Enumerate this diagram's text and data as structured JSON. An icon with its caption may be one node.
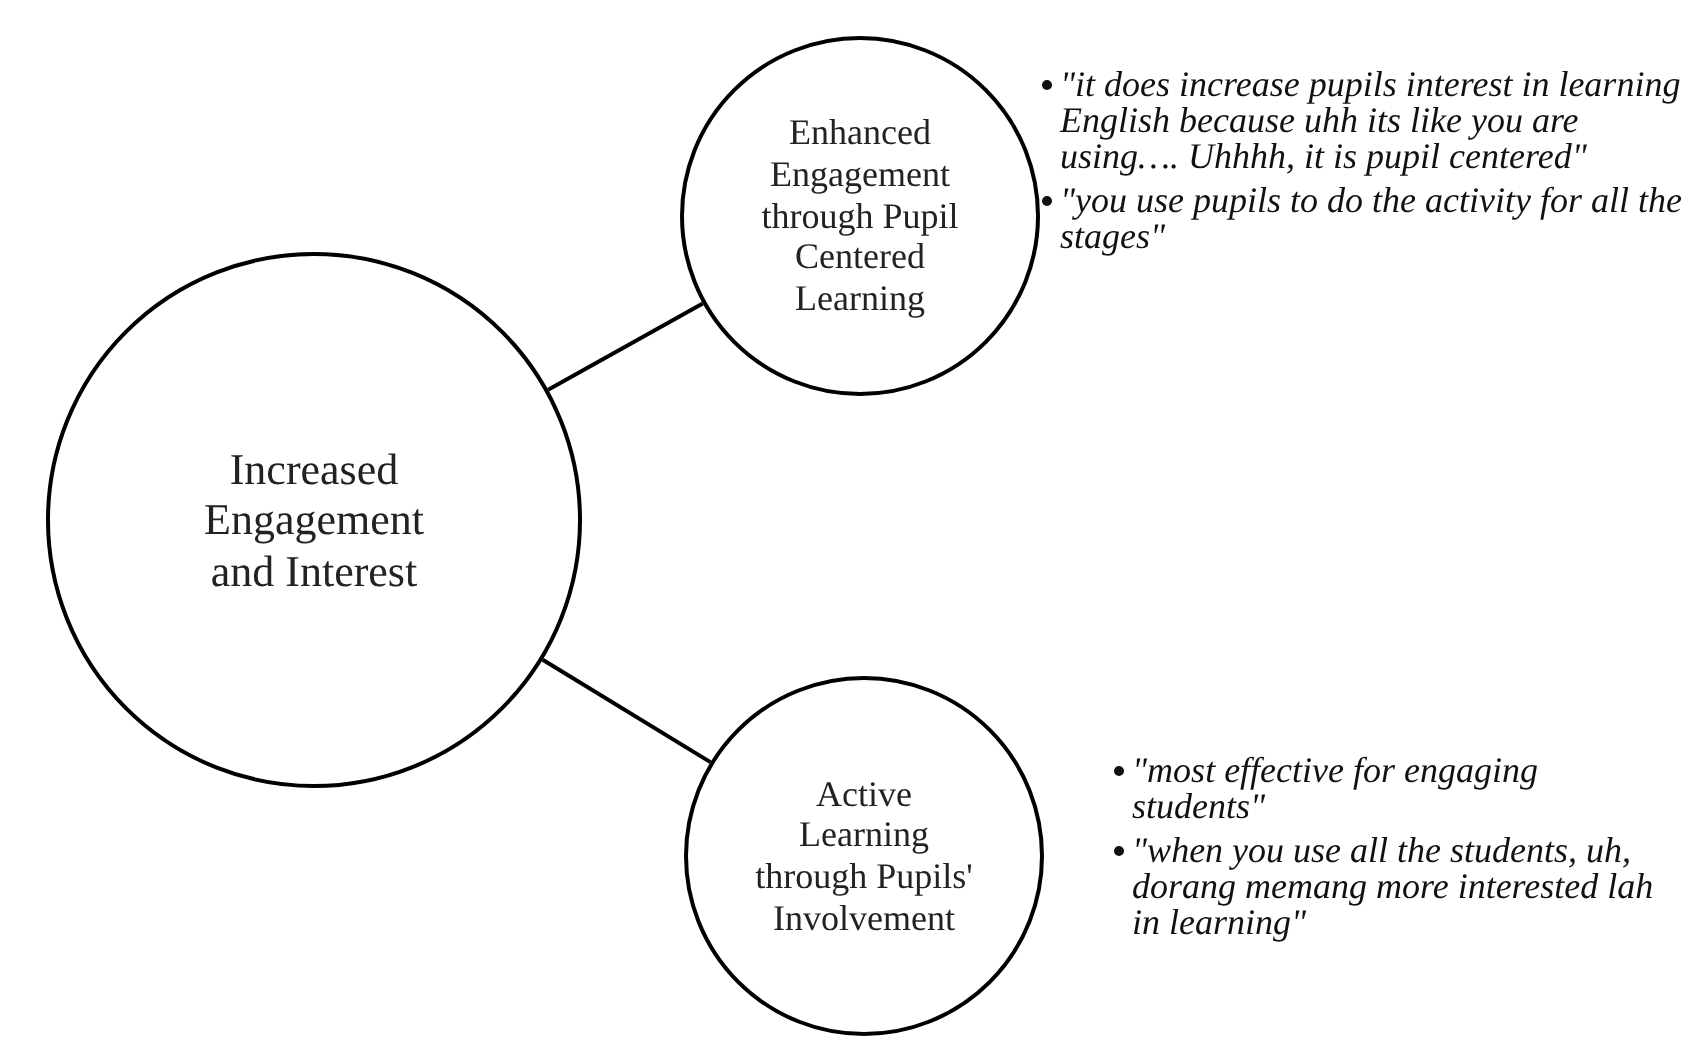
{
  "diagram": {
    "nodes": [
      {
        "text": [
          "Increased Engagement and Interest"
        ]
      },
      {
        "text": [
          "Enhanced Engagement through Pupil Centered Learning"
        ],
        "beside": [
          "\"it does increase pupils interest in learning English because uhh its like you are using…. Uhhhh, it is pupil centered\"",
          "\"you use pupils to do the activity for all the stages\""
        ]
      },
      {
        "text": [
          "Active Learning through Pupils' Involvement"
        ],
        "beside": [
          "\"most effective for engaging students\"",
          "\"when you use all the students, uh, dorang memang more interested lah in learning\""
        ]
      }
    ],
    "edges": [
      {
        "from": 0,
        "to": 1,
        "arrow": "none"
      },
      {
        "from": 0,
        "to": 2,
        "arrow": "none"
      }
    ]
  }
}
